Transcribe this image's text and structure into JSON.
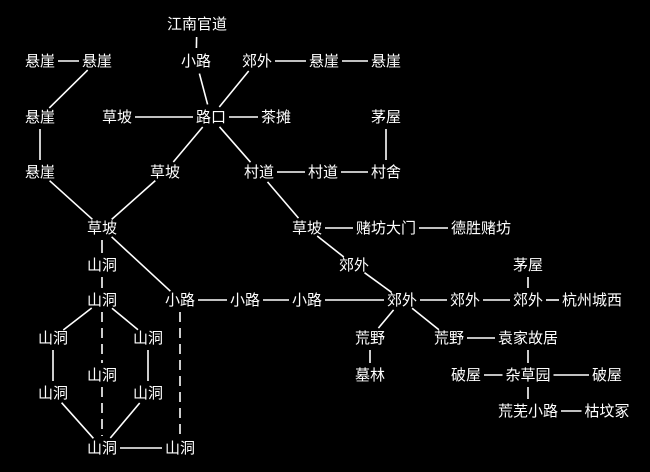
{
  "map": {
    "line_color": "#ffffff",
    "background": "#000000",
    "nodes": [
      {
        "id": "jiangnan_guandao",
        "label": "江南官道"
      },
      {
        "id": "xuanya_1",
        "label": "悬崖"
      },
      {
        "id": "xuanya_2",
        "label": "悬崖"
      },
      {
        "id": "xiaolu_top",
        "label": "小路"
      },
      {
        "id": "jiaowai_top",
        "label": "郊外"
      },
      {
        "id": "xuanya_3",
        "label": "悬崖"
      },
      {
        "id": "xuanya_4",
        "label": "悬崖"
      },
      {
        "id": "xuanya_5",
        "label": "悬崖"
      },
      {
        "id": "caopo_1",
        "label": "草坡"
      },
      {
        "id": "lukou",
        "label": "路口"
      },
      {
        "id": "chatan",
        "label": "茶摊"
      },
      {
        "id": "maowu_1",
        "label": "茅屋"
      },
      {
        "id": "xuanya_6",
        "label": "悬崖"
      },
      {
        "id": "caopo_2",
        "label": "草坡"
      },
      {
        "id": "cundao_1",
        "label": "村道"
      },
      {
        "id": "cundao_2",
        "label": "村道"
      },
      {
        "id": "cunshe",
        "label": "村舍"
      },
      {
        "id": "caopo_3",
        "label": "草坡"
      },
      {
        "id": "caopo_4",
        "label": "草坡"
      },
      {
        "id": "dufang_damen",
        "label": "赌坊大门"
      },
      {
        "id": "desheng_dufang",
        "label": "德胜赌坊"
      },
      {
        "id": "shandong_1",
        "label": "山洞"
      },
      {
        "id": "jiaowai_mid",
        "label": "郊外"
      },
      {
        "id": "maowu_2",
        "label": "茅屋"
      },
      {
        "id": "shandong_2",
        "label": "山洞"
      },
      {
        "id": "xiaolu_1",
        "label": "小路"
      },
      {
        "id": "xiaolu_2",
        "label": "小路"
      },
      {
        "id": "xiaolu_3",
        "label": "小路"
      },
      {
        "id": "jiaowai_c",
        "label": "郊外"
      },
      {
        "id": "jiaowai_d",
        "label": "郊外"
      },
      {
        "id": "jiaowai_e",
        "label": "郊外"
      },
      {
        "id": "hangzhou_chengxi",
        "label": "杭州城西"
      },
      {
        "id": "shandong_3",
        "label": "山洞"
      },
      {
        "id": "shandong_4",
        "label": "山洞"
      },
      {
        "id": "huangye_1",
        "label": "荒野"
      },
      {
        "id": "huangye_2",
        "label": "荒野"
      },
      {
        "id": "yuanjia_guju",
        "label": "袁家故居"
      },
      {
        "id": "shandong_5",
        "label": "山洞"
      },
      {
        "id": "mulin",
        "label": "墓林"
      },
      {
        "id": "powu_1",
        "label": "破屋"
      },
      {
        "id": "zacaoyuan",
        "label": "杂草园"
      },
      {
        "id": "powu_2",
        "label": "破屋"
      },
      {
        "id": "shandong_6",
        "label": "山洞"
      },
      {
        "id": "shandong_7",
        "label": "山洞"
      },
      {
        "id": "huangwu_xiaolu",
        "label": "荒芜小路"
      },
      {
        "id": "kufen_zhong",
        "label": "枯坟冢"
      },
      {
        "id": "shandong_8",
        "label": "山洞"
      },
      {
        "id": "shandong_9",
        "label": "山洞"
      }
    ],
    "edges": [
      {
        "from": "jiangnan_guandao",
        "to": "xiaolu_top",
        "style": "solid"
      },
      {
        "from": "xuanya_1",
        "to": "xuanya_2",
        "style": "solid"
      },
      {
        "from": "jiaowai_top",
        "to": "xuanya_3",
        "style": "solid"
      },
      {
        "from": "xuanya_3",
        "to": "xuanya_4",
        "style": "solid"
      },
      {
        "from": "xiaolu_top",
        "to": "lukou",
        "style": "solid"
      },
      {
        "from": "jiaowai_top",
        "to": "lukou",
        "style": "solid"
      },
      {
        "from": "xuanya_2",
        "to": "xuanya_5",
        "style": "solid"
      },
      {
        "from": "xuanya_5",
        "to": "xuanya_6",
        "style": "solid"
      },
      {
        "from": "caopo_1",
        "to": "lukou",
        "style": "solid"
      },
      {
        "from": "lukou",
        "to": "chatan",
        "style": "solid"
      },
      {
        "from": "maowu_1",
        "to": "cunshe",
        "style": "solid"
      },
      {
        "from": "lukou",
        "to": "caopo_2",
        "style": "solid"
      },
      {
        "from": "lukou",
        "to": "cundao_1",
        "style": "solid"
      },
      {
        "from": "cundao_1",
        "to": "cundao_2",
        "style": "solid"
      },
      {
        "from": "cundao_2",
        "to": "cunshe",
        "style": "solid"
      },
      {
        "from": "xuanya_6",
        "to": "caopo_3",
        "style": "solid"
      },
      {
        "from": "caopo_2",
        "to": "caopo_3",
        "style": "solid"
      },
      {
        "from": "cundao_1",
        "to": "caopo_4",
        "style": "solid"
      },
      {
        "from": "caopo_4",
        "to": "dufang_damen",
        "style": "solid"
      },
      {
        "from": "dufang_damen",
        "to": "desheng_dufang",
        "style": "solid"
      },
      {
        "from": "caopo_3",
        "to": "shandong_1",
        "style": "solid"
      },
      {
        "from": "caopo_4",
        "to": "jiaowai_mid",
        "style": "solid"
      },
      {
        "from": "shandong_1",
        "to": "shandong_2",
        "style": "solid"
      },
      {
        "from": "caopo_3",
        "to": "xiaolu_1",
        "style": "solid"
      },
      {
        "from": "xiaolu_1",
        "to": "xiaolu_2",
        "style": "solid"
      },
      {
        "from": "xiaolu_2",
        "to": "xiaolu_3",
        "style": "solid"
      },
      {
        "from": "xiaolu_3",
        "to": "jiaowai_c",
        "style": "solid"
      },
      {
        "from": "jiaowai_mid",
        "to": "jiaowai_c",
        "style": "solid"
      },
      {
        "from": "jiaowai_c",
        "to": "jiaowai_d",
        "style": "solid"
      },
      {
        "from": "jiaowai_d",
        "to": "jiaowai_e",
        "style": "solid"
      },
      {
        "from": "maowu_2",
        "to": "jiaowai_e",
        "style": "solid"
      },
      {
        "from": "jiaowai_e",
        "to": "hangzhou_chengxi",
        "style": "solid"
      },
      {
        "from": "shandong_2",
        "to": "shandong_3",
        "style": "solid"
      },
      {
        "from": "shandong_2",
        "to": "shandong_4",
        "style": "solid"
      },
      {
        "from": "jiaowai_c",
        "to": "huangye_2",
        "style": "solid"
      },
      {
        "from": "huangye_2",
        "to": "yuanjia_guju",
        "style": "solid"
      },
      {
        "from": "jiaowai_c",
        "to": "huangye_1",
        "style": "solid"
      },
      {
        "from": "huangye_1",
        "to": "mulin",
        "style": "solid"
      },
      {
        "from": "yuanjia_guju",
        "to": "zacaoyuan",
        "style": "solid"
      },
      {
        "from": "powu_1",
        "to": "zacaoyuan",
        "style": "solid"
      },
      {
        "from": "zacaoyuan",
        "to": "powu_2",
        "style": "solid"
      },
      {
        "from": "zacaoyuan",
        "to": "huangwu_xiaolu",
        "style": "solid"
      },
      {
        "from": "huangwu_xiaolu",
        "to": "kufen_zhong",
        "style": "solid"
      },
      {
        "from": "shandong_3",
        "to": "shandong_6",
        "style": "solid"
      },
      {
        "from": "shandong_4",
        "to": "shandong_7",
        "style": "solid"
      },
      {
        "from": "shandong_2",
        "to": "shandong_5",
        "style": "dashed"
      },
      {
        "from": "shandong_6",
        "to": "shandong_8",
        "style": "solid"
      },
      {
        "from": "shandong_7",
        "to": "shandong_8",
        "style": "solid"
      },
      {
        "from": "shandong_5",
        "to": "shandong_8",
        "style": "dashed"
      },
      {
        "from": "shandong_8",
        "to": "shandong_9",
        "style": "solid"
      },
      {
        "from": "xiaolu_1",
        "to": "shandong_9",
        "style": "dashed"
      }
    ]
  }
}
